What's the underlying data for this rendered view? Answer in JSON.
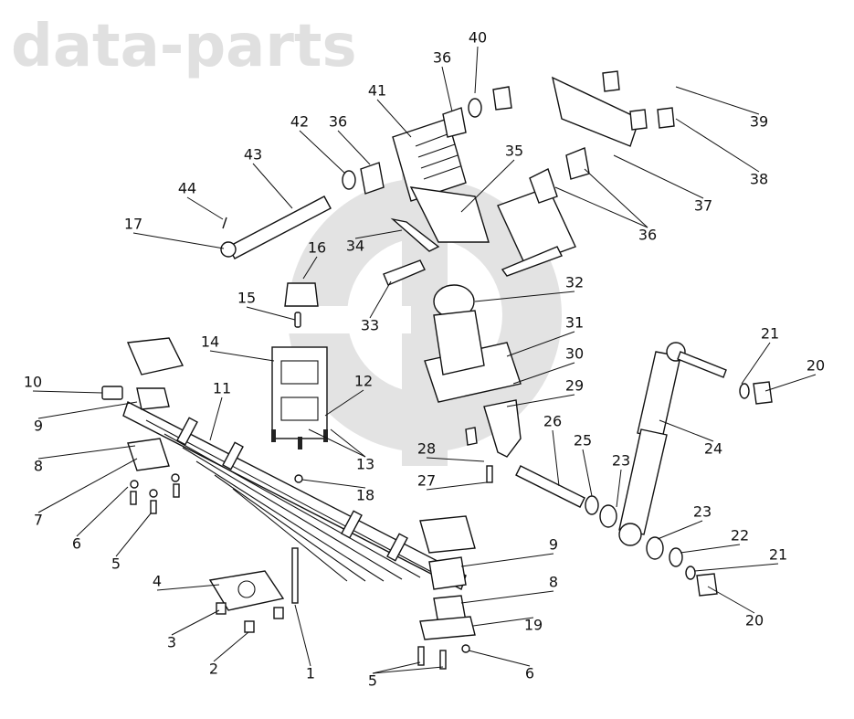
{
  "watermark": {
    "text": "data-parts",
    "logo": "dp-circle-logo",
    "color": "#e0e0e0"
  },
  "callouts": [
    "40",
    "36",
    "41",
    "42",
    "36",
    "43",
    "44",
    "17",
    "35",
    "39",
    "38",
    "37",
    "36",
    "34",
    "16",
    "15",
    "33",
    "32",
    "31",
    "30",
    "29",
    "14",
    "12",
    "11",
    "10",
    "9",
    "8",
    "7",
    "6",
    "5",
    "13",
    "18",
    "28",
    "27",
    "26",
    "25",
    "23",
    "24",
    "21",
    "20",
    "23",
    "22",
    "21",
    "20",
    "9",
    "8",
    "19",
    "4",
    "3",
    "2",
    "1",
    "5",
    "6"
  ]
}
